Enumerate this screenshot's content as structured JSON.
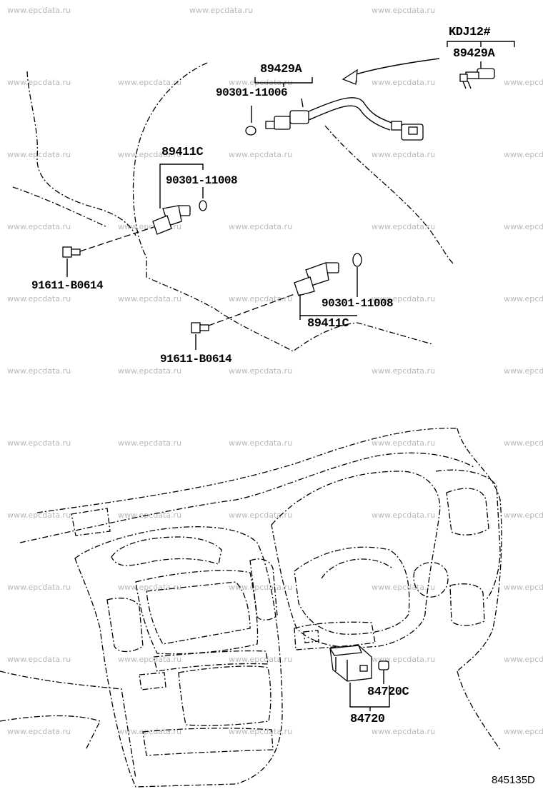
{
  "watermark": "www.epcdata.ru",
  "labels": {
    "model_code": "KDJ12#",
    "oxygen_sensor_alt": "89429A",
    "oxygen_sensor": "89429A",
    "gasket_1": "90301-11006",
    "crank_sensor_1": "89411C",
    "oring_1": "90301-11008",
    "bolt_1": "91611-B0614",
    "oring_2": "90301-11008",
    "crank_sensor_2": "89411C",
    "bolt_2": "91611-B0614",
    "switch_sub": "84720C",
    "switch_main": "84720"
  },
  "figure_ref": "845135D"
}
